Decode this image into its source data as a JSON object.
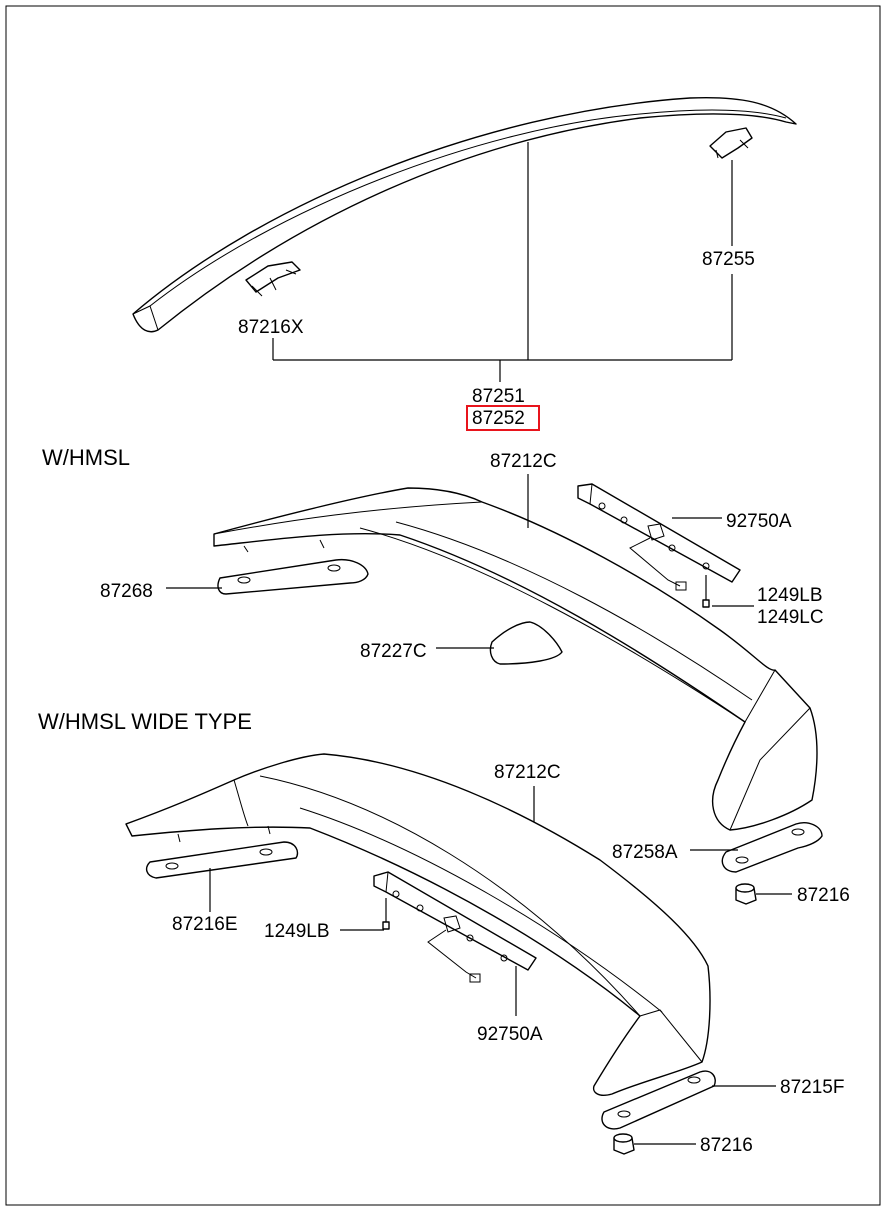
{
  "sections": {
    "hmsl": "W/HMSL",
    "wide": "W/HMSL WIDE TYPE"
  },
  "labels": {
    "p87216X": "87216X",
    "p87255": "87255",
    "p87251": "87251",
    "p87252": "87252",
    "p87212C_a": "87212C",
    "p92750A_a": "92750A",
    "p87268": "87268",
    "p1249LB_a": "1249LB",
    "p1249LC": "1249LC",
    "p87227C": "87227C",
    "p87212C_b": "87212C",
    "p87258A": "87258A",
    "p87216_a": "87216",
    "p87216E": "87216E",
    "p1249LB_b": "1249LB",
    "p92750A_b": "92750A",
    "p87215F": "87215F",
    "p87216_b": "87216"
  },
  "highlight": {
    "part": "87252",
    "color": "#e8141c"
  }
}
